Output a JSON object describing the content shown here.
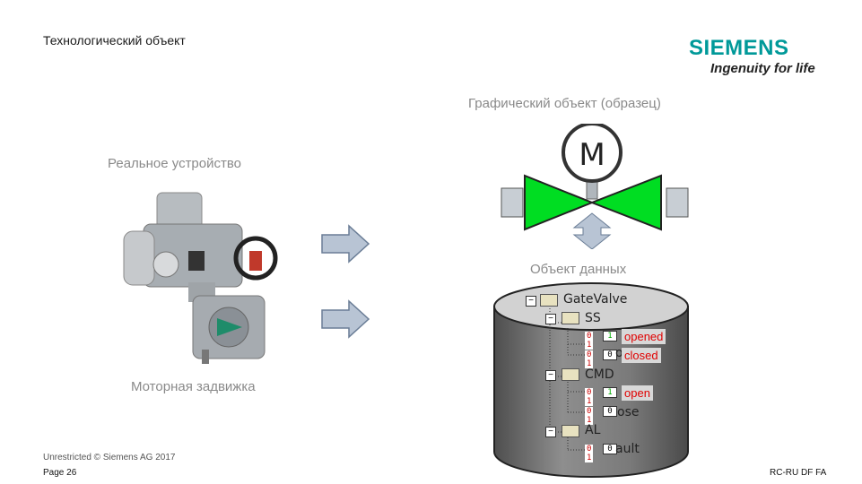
{
  "header": {
    "title": "Технологический объект",
    "brand": "SIEMENS",
    "tagline": "Ingenuity for life"
  },
  "left": {
    "device_label": "Реальное устройство",
    "device_name": "Моторная задвижка"
  },
  "right": {
    "graphic_label": "Графический объект (образец)",
    "motor_symbol": "M",
    "data_label": "Объект данных"
  },
  "tree": {
    "root": "GateValve",
    "ss": "SS",
    "ss_opened_bit": "1",
    "ss_opened_state": "opened",
    "ss_closed_bit": "0",
    "ss_closed_name": "o",
    "ss_closed_state": "closed",
    "cmd": "CMD",
    "cmd_open_bit": "1",
    "cmd_open_state": "open",
    "cmd_close_bit": "0",
    "cmd_close_name": "ose",
    "al": "AL",
    "al_fault_bit": "0",
    "al_fault_name": "ault",
    "bit_prefix": "0 1"
  },
  "footer": {
    "copyright": "Unrestricted © Siemens AG 2017",
    "page": "Page 26",
    "code": "RC-RU DF FA"
  },
  "colors": {
    "brand": "#009999",
    "valve_green": "#00dd22",
    "state_red": "#e00000",
    "cylinder_gray": "#6e6e6e"
  }
}
